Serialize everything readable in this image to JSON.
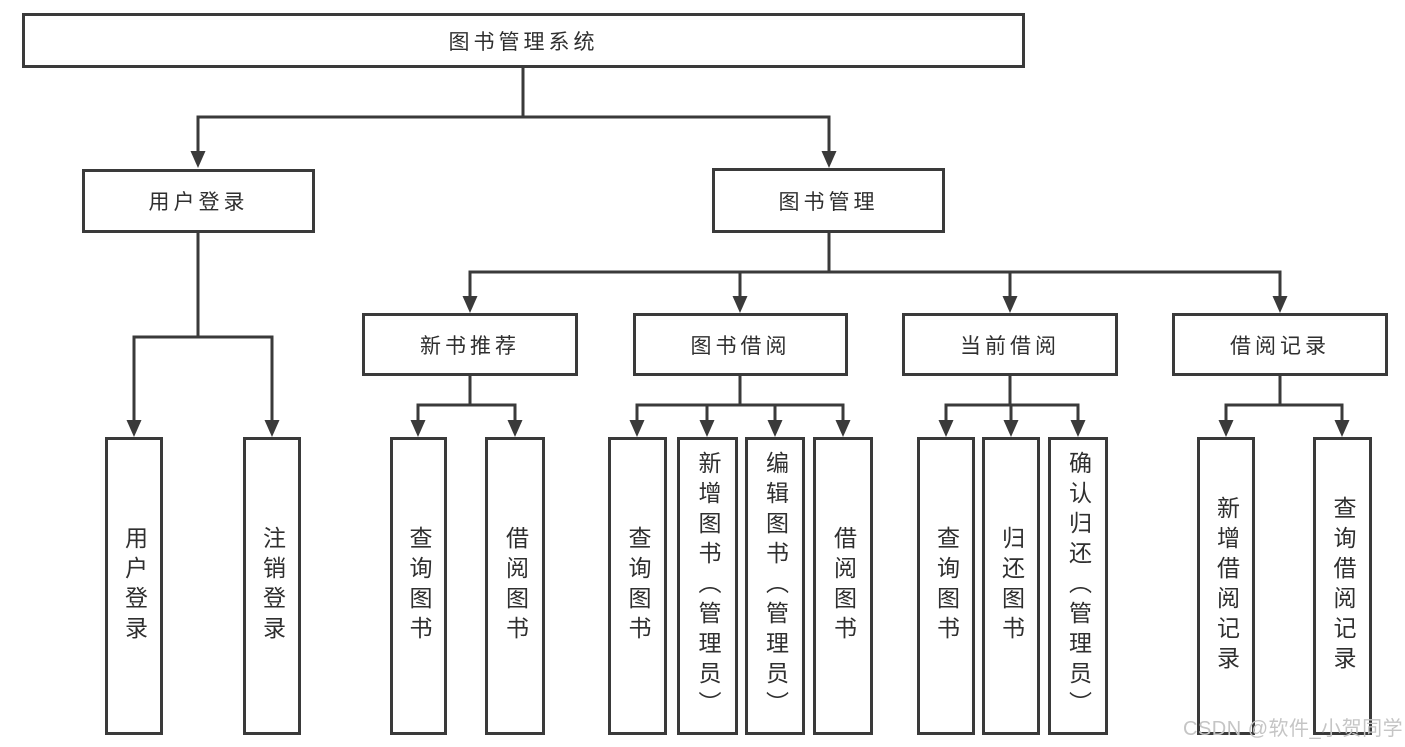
{
  "diagram": {
    "root": {
      "label": "图书管理系统"
    },
    "branches": [
      {
        "label": "用户登录",
        "children": [
          {
            "label": "用户登录"
          },
          {
            "label": "注销登录"
          }
        ]
      },
      {
        "label": "图书管理",
        "children": [
          {
            "label": "新书推荐",
            "children": [
              {
                "label": "查询图书"
              },
              {
                "label": "借阅图书"
              }
            ]
          },
          {
            "label": "图书借阅",
            "children": [
              {
                "label": "查询图书"
              },
              {
                "label": "新增图书（管理员）"
              },
              {
                "label": "编辑图书（管理员）"
              },
              {
                "label": "借阅图书"
              }
            ]
          },
          {
            "label": "当前借阅",
            "children": [
              {
                "label": "查询图书"
              },
              {
                "label": "归还图书"
              },
              {
                "label": "确认归还（管理员）"
              }
            ]
          },
          {
            "label": "借阅记录",
            "children": [
              {
                "label": "新增借阅记录"
              },
              {
                "label": "查询借阅记录"
              }
            ]
          }
        ]
      }
    ]
  },
  "watermark": {
    "text": "CSDN @软件_小贺同学"
  },
  "colors": {
    "line": "#3a3a3a",
    "text": "#2f2f2f",
    "box_background": "#ffffff",
    "watermark": "#c5c5c5",
    "background": "#ffffff"
  }
}
